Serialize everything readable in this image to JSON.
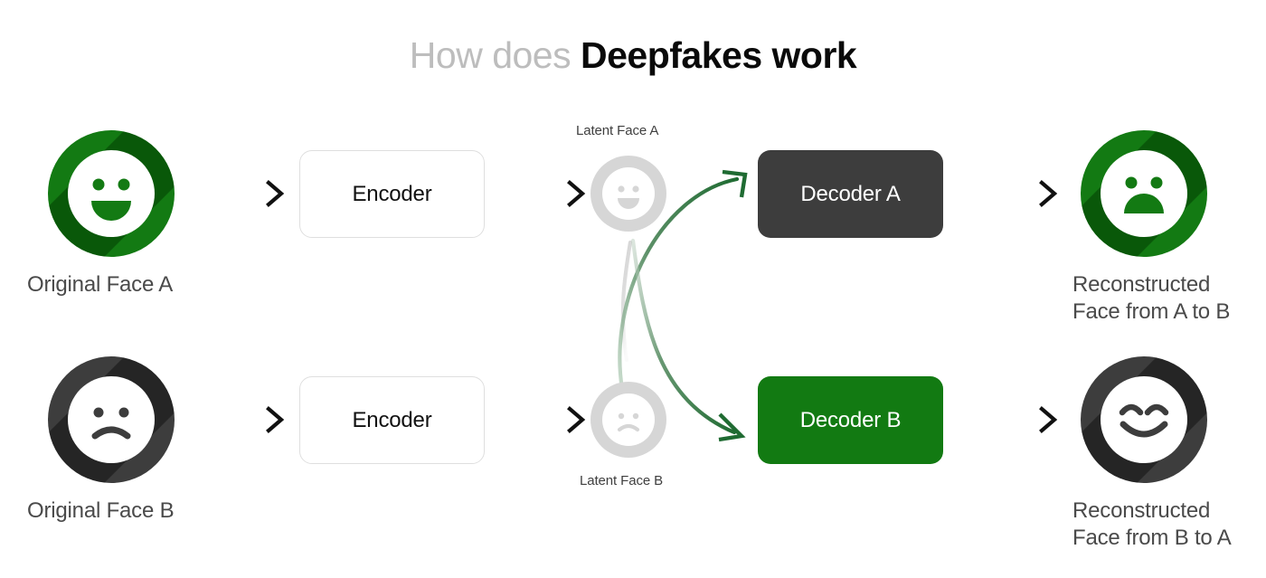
{
  "title": {
    "light_part": "How does ",
    "bold_part": "Deepfakes work"
  },
  "colors": {
    "green": "#137a13",
    "green_dark_shadow": "#0d5a0d",
    "dark_gray": "#3d3d3d",
    "latent_gray": "#d6d6d6",
    "title_light": "#bdbdbd",
    "title_bold": "#0a0a0a",
    "caption_text": "#4a4a4a",
    "arrow_black": "#111111",
    "curve_green": "#2f7a3e",
    "curve_gray": "#d8d8d8",
    "encoder_border": "#dfdfdf"
  },
  "nodes": {
    "original_face_a": {
      "caption": "Original Face A",
      "expression": "smiling",
      "fill": "green"
    },
    "original_face_b": {
      "caption": "Original Face B",
      "expression": "frowning",
      "fill": "dark"
    },
    "encoder_top": {
      "label": "Encoder"
    },
    "encoder_bottom": {
      "label": "Encoder"
    },
    "latent_face_a": {
      "label": "Latent Face A",
      "label_position": "above",
      "expression": "smiling"
    },
    "latent_face_b": {
      "label": "Latent Face B",
      "label_position": "below",
      "expression": "frowning"
    },
    "decoder_a": {
      "label": "Decoder A",
      "fill": "dark"
    },
    "decoder_b": {
      "label": "Decoder B",
      "fill": "green"
    },
    "reconstructed_a_to_b": {
      "caption": "Reconstructed\nFace from A to B",
      "expression": "frowning",
      "fill": "green"
    },
    "reconstructed_b_to_a": {
      "caption": "Reconstructed\nFace from B to A",
      "expression": "happy-closed-eyes",
      "fill": "dark"
    }
  },
  "flows": [
    {
      "from": "original_face_a",
      "to": "encoder_top",
      "style": "straight-gradient-arrow"
    },
    {
      "from": "encoder_top",
      "to": "latent_face_a",
      "style": "straight-gradient-arrow"
    },
    {
      "from": "original_face_b",
      "to": "encoder_bottom",
      "style": "straight-gradient-arrow"
    },
    {
      "from": "encoder_bottom",
      "to": "latent_face_b",
      "style": "straight-gradient-arrow"
    },
    {
      "from": "latent_face_b",
      "to": "decoder_a",
      "style": "green-curve-arrow"
    },
    {
      "from": "latent_face_a",
      "to": "decoder_b",
      "style": "gray-curve"
    },
    {
      "from": "latent_face_a",
      "to": "decoder_b",
      "style": "green-curve-arrow"
    },
    {
      "from": "decoder_a",
      "to": "reconstructed_a_to_b",
      "style": "straight-gradient-arrow"
    },
    {
      "from": "decoder_b",
      "to": "reconstructed_b_to_a",
      "style": "straight-gradient-arrow"
    }
  ]
}
